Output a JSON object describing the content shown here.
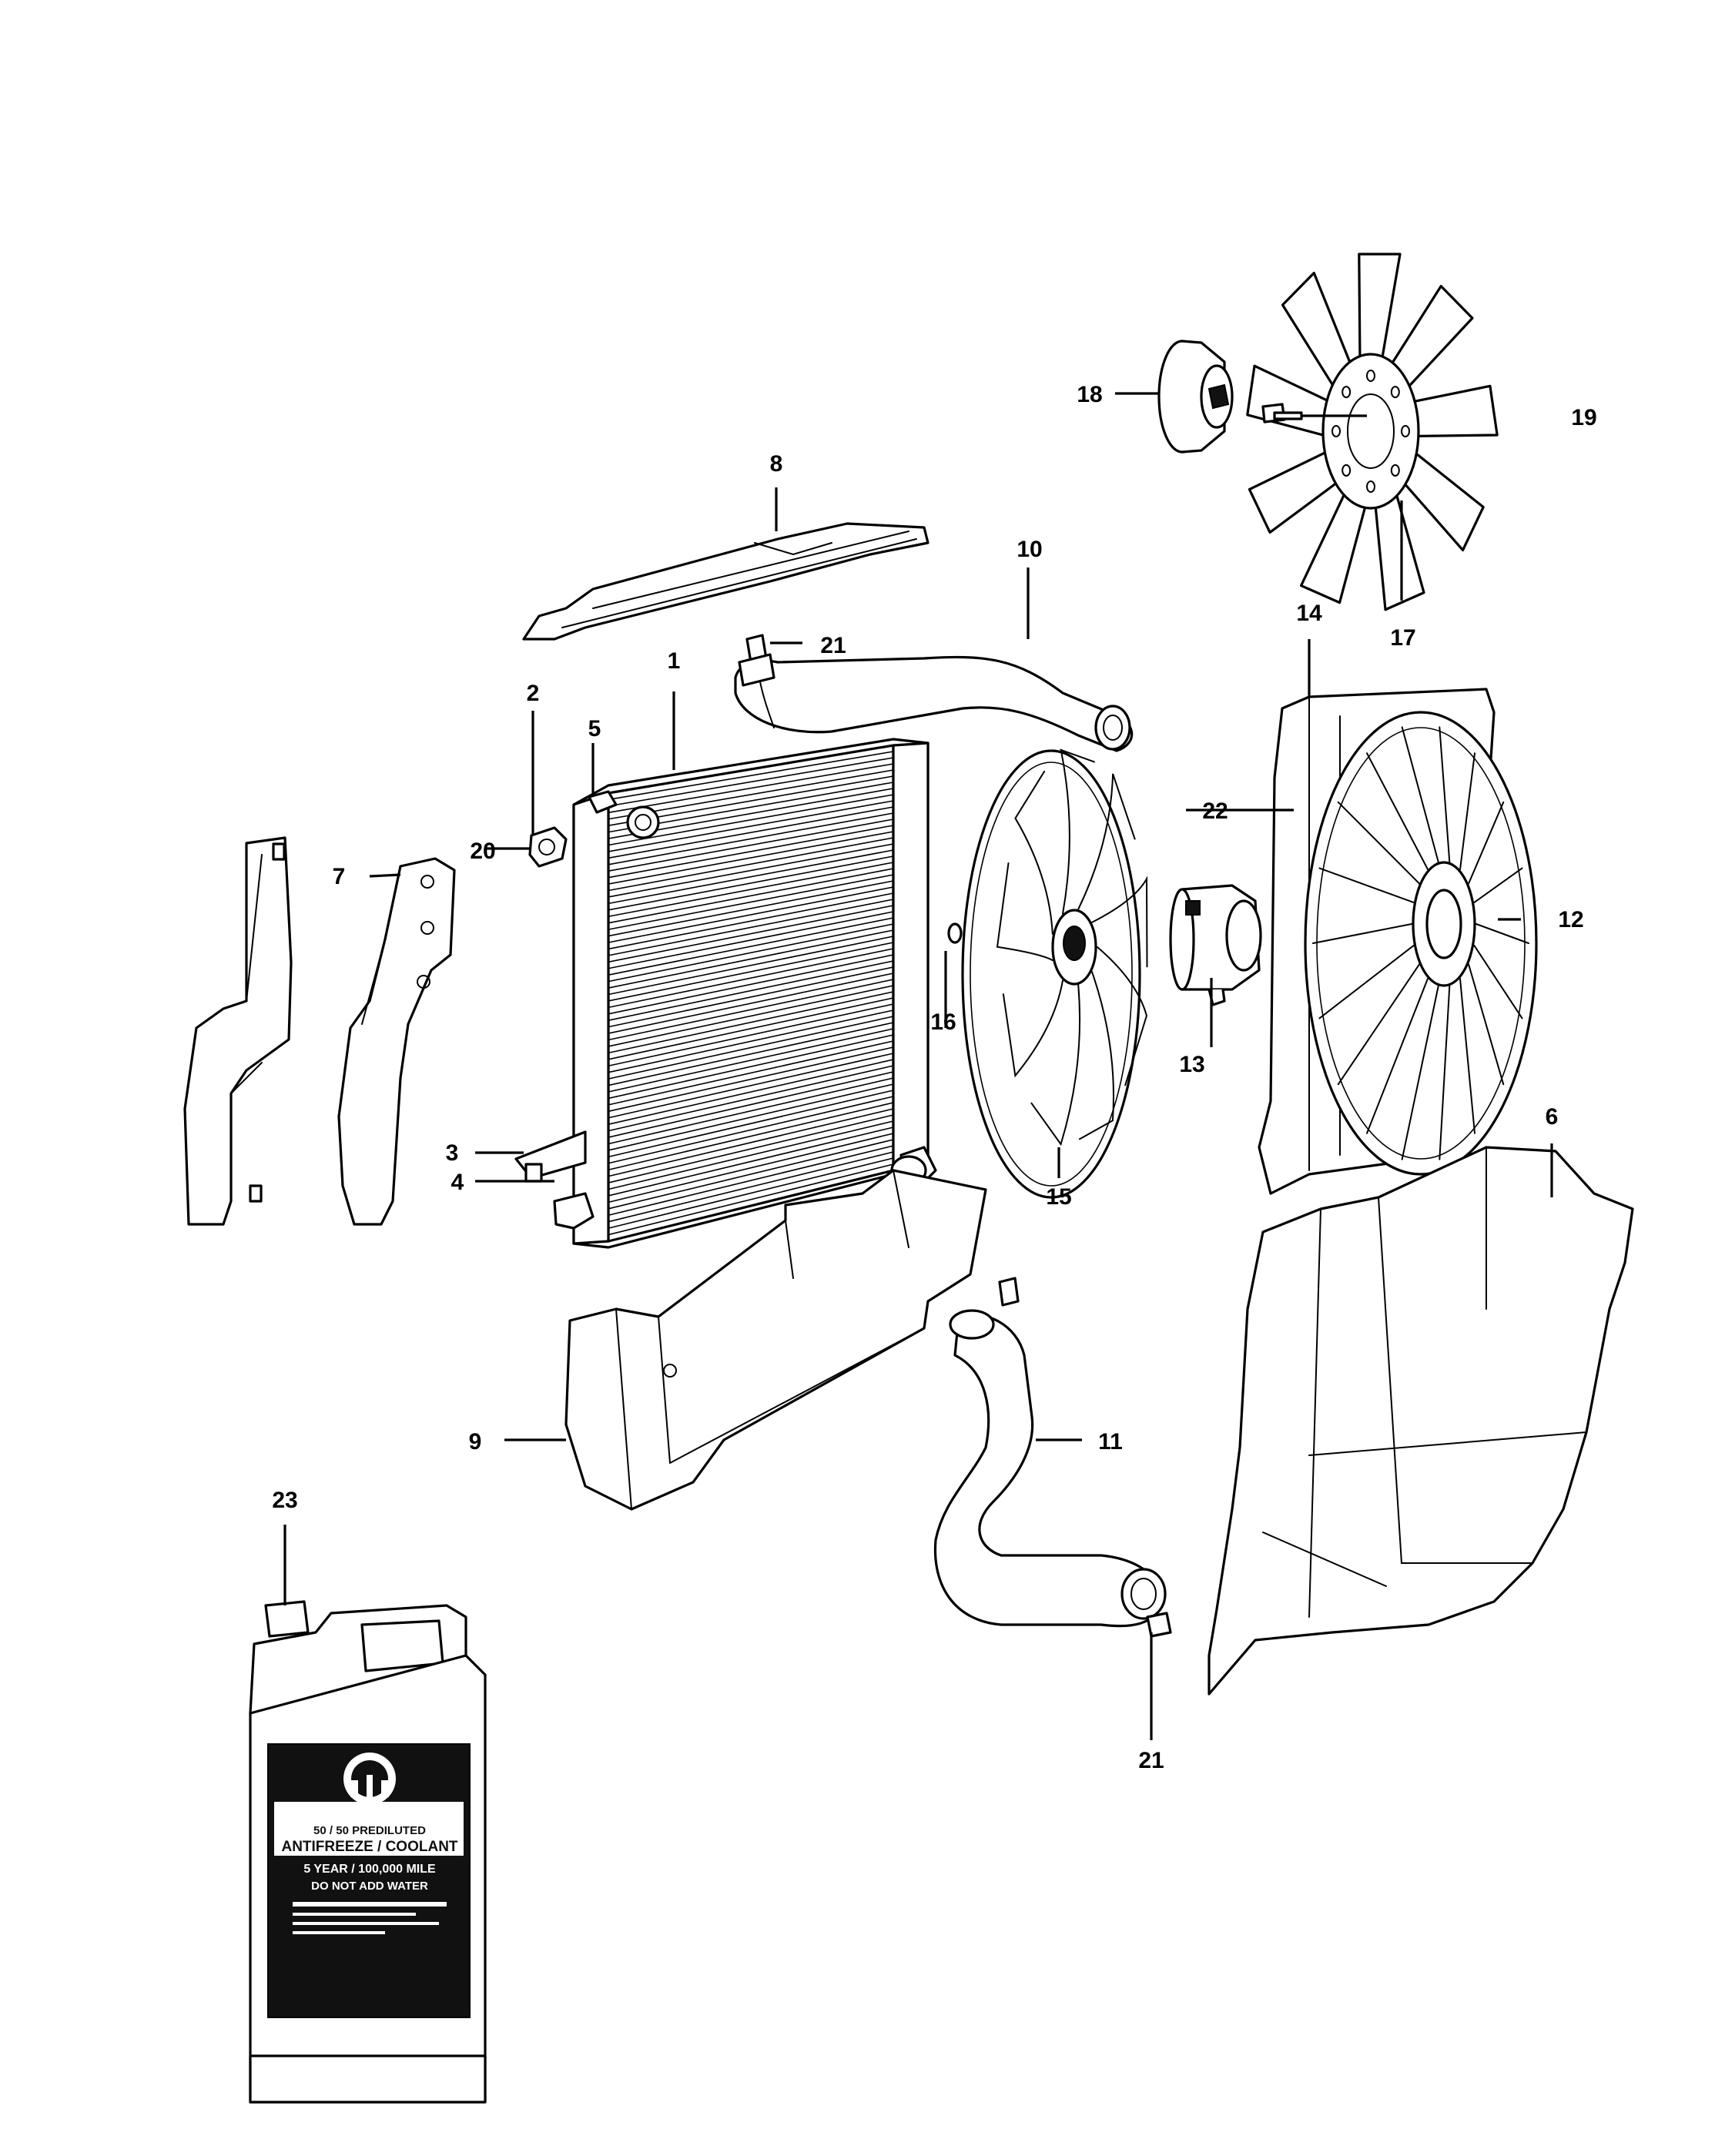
{
  "callouts": [
    {
      "id": "c1",
      "text": "1"
    },
    {
      "id": "c2",
      "text": "2"
    },
    {
      "id": "c3",
      "text": "3"
    },
    {
      "id": "c4",
      "text": "4"
    },
    {
      "id": "c5",
      "text": "5"
    },
    {
      "id": "c6",
      "text": "6"
    },
    {
      "id": "c7",
      "text": "7"
    },
    {
      "id": "c8",
      "text": "8"
    },
    {
      "id": "c9",
      "text": "9"
    },
    {
      "id": "c10",
      "text": "10"
    },
    {
      "id": "c11",
      "text": "11"
    },
    {
      "id": "c12",
      "text": "12"
    },
    {
      "id": "c13",
      "text": "13"
    },
    {
      "id": "c14",
      "text": "14"
    },
    {
      "id": "c15",
      "text": "15"
    },
    {
      "id": "c16",
      "text": "16"
    },
    {
      "id": "c17",
      "text": "17"
    },
    {
      "id": "c18",
      "text": "18"
    },
    {
      "id": "c19",
      "text": "19"
    },
    {
      "id": "c20",
      "text": "20"
    },
    {
      "id": "c21a",
      "text": "21"
    },
    {
      "id": "c21b",
      "text": "21"
    },
    {
      "id": "c22",
      "text": "22"
    },
    {
      "id": "c23",
      "text": "23"
    }
  ],
  "coolant_label": {
    "brand": "MOPAR",
    "line1": "50 / 50 PREDILUTED",
    "line2": "ANTIFREEZE / COOLANT",
    "line3": "5 YEAR / 100,000 MILE",
    "line4": "DO NOT ADD WATER"
  }
}
